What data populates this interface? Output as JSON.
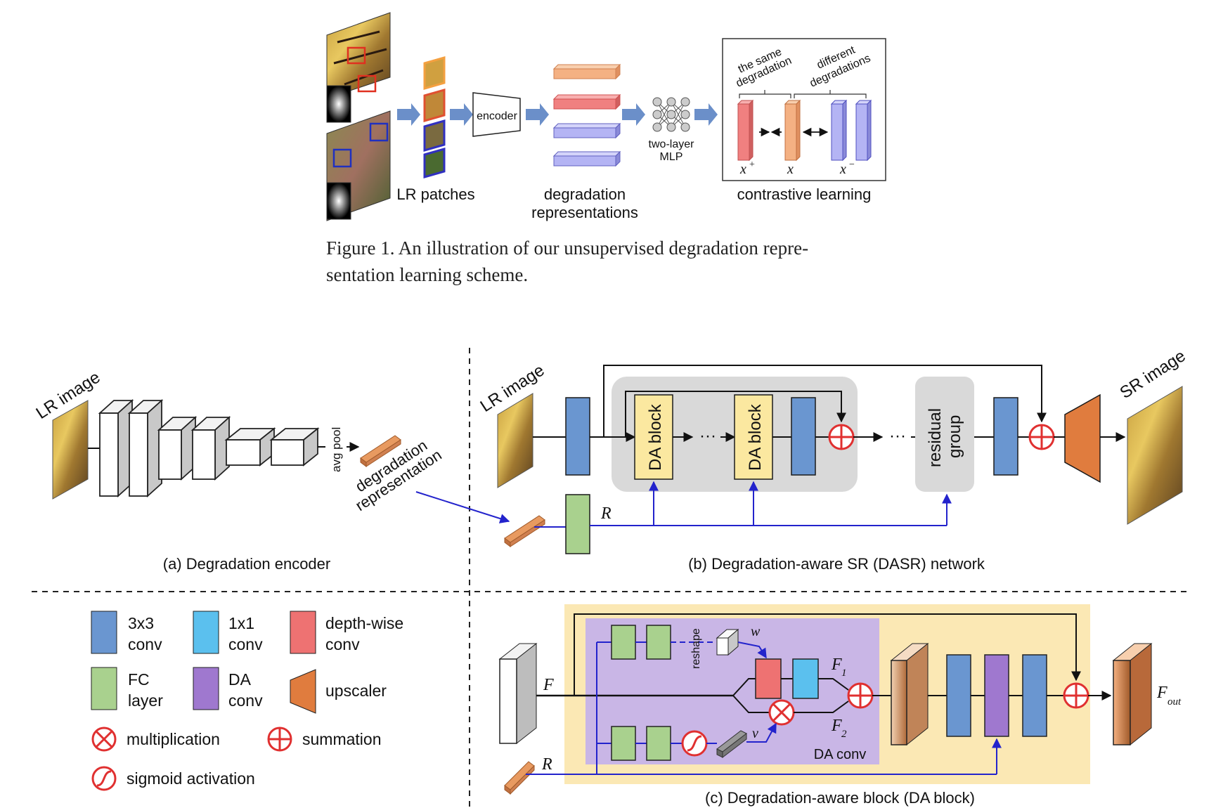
{
  "figure1": {
    "labels": {
      "lr_patches": "LR patches",
      "encoder": "encoder",
      "degradation_representations_line1": "degradation",
      "degradation_representations_line2": "representations",
      "mlp_line1": "two-layer",
      "mlp_line2": "MLP",
      "contrastive_learning": "contrastive learning",
      "same_line1": "the same",
      "same_line2": "degradation",
      "diff_line1": "different",
      "diff_line2": "degradations",
      "x_plus": "x",
      "x_plus_sup": "+",
      "x": "x",
      "x_minus": "x",
      "x_minus_sup": "−"
    },
    "caption_line1": "Figure 1. An illustration of our unsupervised degradation repre-",
    "caption_line2": "sentation learning scheme.",
    "colors": {
      "orange": "#f4b183",
      "red": "#f08080",
      "purple": "#b4b4f4",
      "arrow": "#6b8fc9"
    }
  },
  "panel_a": {
    "lr_image": "LR image",
    "avg_pool": "avg pool",
    "deg_rep_line1": "degradation",
    "deg_rep_line2": "representation",
    "caption": "(a) Degradation encoder"
  },
  "panel_b": {
    "lr_image": "LR image",
    "sr_image": "SR image",
    "da_block_1": "DA block",
    "da_block_2": "DA block",
    "residual_group_line1": "residual",
    "residual_group_line2": "group",
    "r_label": "R",
    "ellipsis_1": "···",
    "ellipsis_2": "···",
    "caption": "(b) Degradation-aware SR (DASR) network"
  },
  "legend": {
    "conv3x3_line1": "3x3",
    "conv3x3_line2": "conv",
    "conv1x1_line1": "1x1",
    "conv1x1_line2": "conv",
    "depthwise_line1": "depth-wise",
    "depthwise_line2": "conv",
    "fc_line1": "FC",
    "fc_line2": "layer",
    "da_line1": "DA",
    "da_line2": "conv",
    "upscaler": "upscaler",
    "multiplication": "multiplication",
    "summation": "summation",
    "sigmoid": "sigmoid activation",
    "colors": {
      "conv3x3": "#6a96d0",
      "conv1x1": "#5bc0ee",
      "depthwise": "#ee7272",
      "fc": "#a9d18e",
      "da": "#9f78cf",
      "upscaler": "#e07c3e",
      "op_red": "#e03030"
    }
  },
  "panel_c": {
    "F": "F",
    "R": "R",
    "reshape": "reshape",
    "w": "w",
    "v": "v",
    "F1": "F",
    "F1_sub": "1",
    "F2": "F",
    "F2_sub": "2",
    "F_out": "F",
    "F_out_sub": "out",
    "da_conv": "DA conv",
    "caption": "(c) Degradation-aware block (DA block)",
    "colors": {
      "yellow_bg": "#fbe8b4",
      "purple_bg": "#c9b6e6",
      "blue_line": "#2323cc"
    }
  }
}
